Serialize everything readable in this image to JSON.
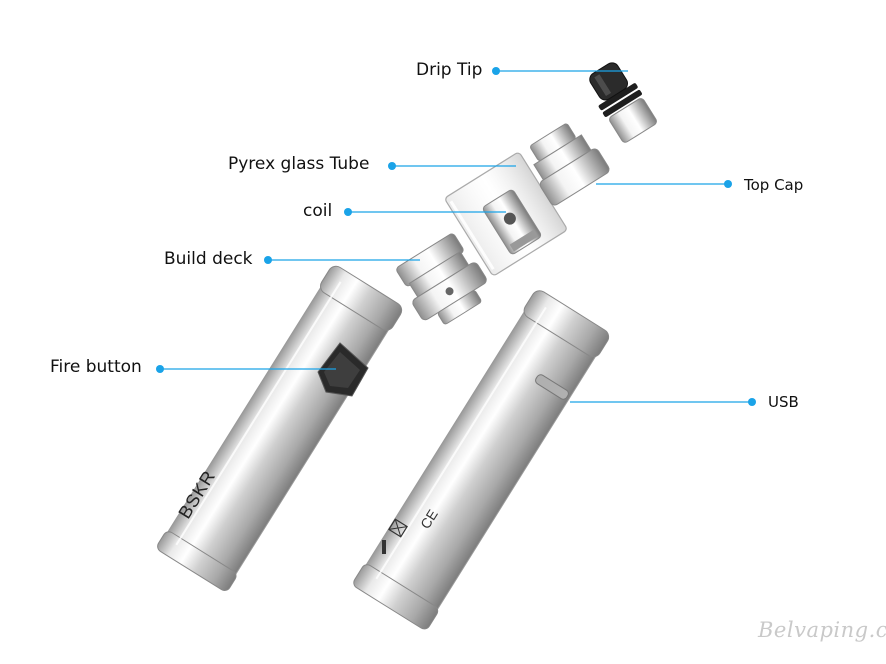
{
  "labels": {
    "drip_tip": "Drip Tip",
    "pyrex_glass_tube": "Pyrex glass Tube",
    "coil": "coil",
    "build_deck": "Build deck",
    "fire_button": "Fire button",
    "top_cap": "Top Cap",
    "usb": "USB"
  },
  "product": {
    "brand": "BSKR",
    "markings": "CE"
  },
  "watermark": "Belvaping.com",
  "colors": {
    "accent": "#1aa3e8",
    "metal_light": "#f2f2f2",
    "metal_dark": "#8a8a8a",
    "black": "#222222"
  }
}
